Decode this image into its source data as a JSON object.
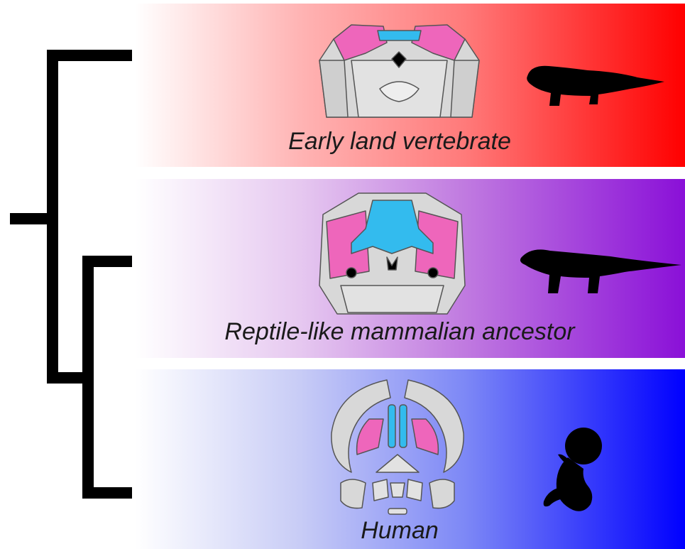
{
  "taxa": [
    {
      "label": "Early land vertebrate",
      "band_color": "#ff0000",
      "silhouette": "early-tetrapod-silhouette"
    },
    {
      "label": "Reptile-like mammalian ancestor",
      "band_color": "#8a10d8",
      "silhouette": "synapsid-silhouette"
    },
    {
      "label": "Human",
      "band_color": "#0000ff",
      "silhouette": "human-embryo-silhouette"
    }
  ],
  "colors": {
    "skull_bone": "#d8d8d8",
    "highlight_pink": "#ee66bb",
    "highlight_blue": "#33bbee",
    "tree": "#000000"
  }
}
